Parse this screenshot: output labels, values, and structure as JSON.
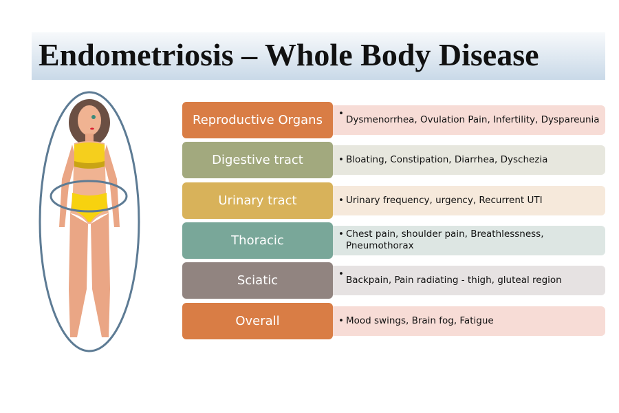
{
  "title": "Endometriosis – Whole Body Disease",
  "rows": [
    {
      "category": "Reproductive Organs",
      "symptoms": "Dysmenorrhea, Ovulation Pain, Infertility, Dyspareunia",
      "color": "#d97d45",
      "bg": "#f7dcd6"
    },
    {
      "category": "Digestive tract",
      "symptoms": "Bloating, Constipation, Diarrhea, Dyschezia",
      "color": "#a2a97e",
      "bg": "#e7e7de"
    },
    {
      "category": "Urinary tract",
      "symptoms": "Urinary frequency, urgency, Recurrent UTI",
      "color": "#d8b25a",
      "bg": "#f6e9db"
    },
    {
      "category": "Thoracic",
      "symptoms": "Chest pain, shoulder pain, Breathlessness, Pneumothorax",
      "color": "#79a799",
      "bg": "#dde6e3"
    },
    {
      "category": "Sciatic",
      "symptoms": "Backpain, Pain radiating - thigh, gluteal region",
      "color": "#918480",
      "bg": "#e6e2e2"
    },
    {
      "category": "Overall",
      "symptoms": "Mood swings, Brain fog, Fatigue",
      "color": "#d97d45",
      "bg": "#f7dcd6"
    }
  ]
}
